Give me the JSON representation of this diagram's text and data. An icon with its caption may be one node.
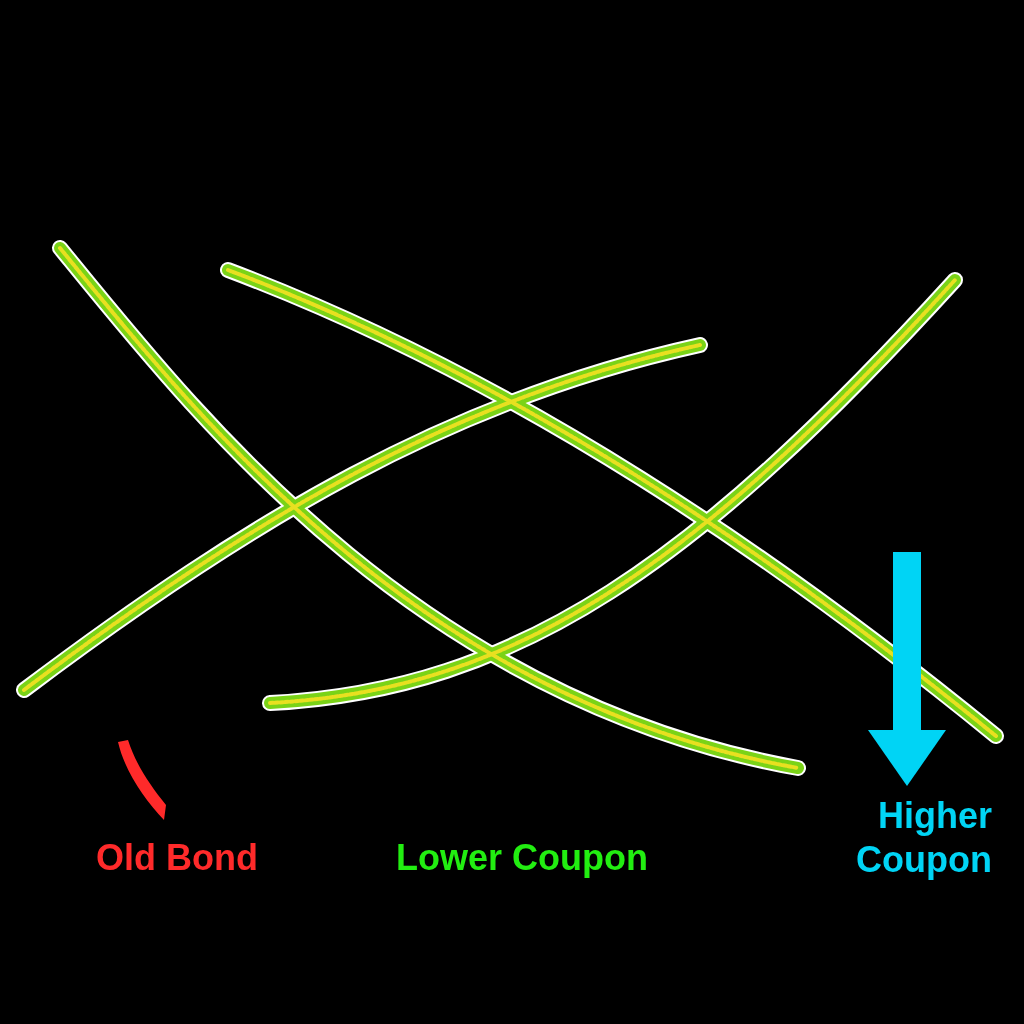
{
  "diagram": {
    "labels": [
      "Old Bond",
      "Lower Coupon",
      "Higher Coupon"
    ]
  }
}
